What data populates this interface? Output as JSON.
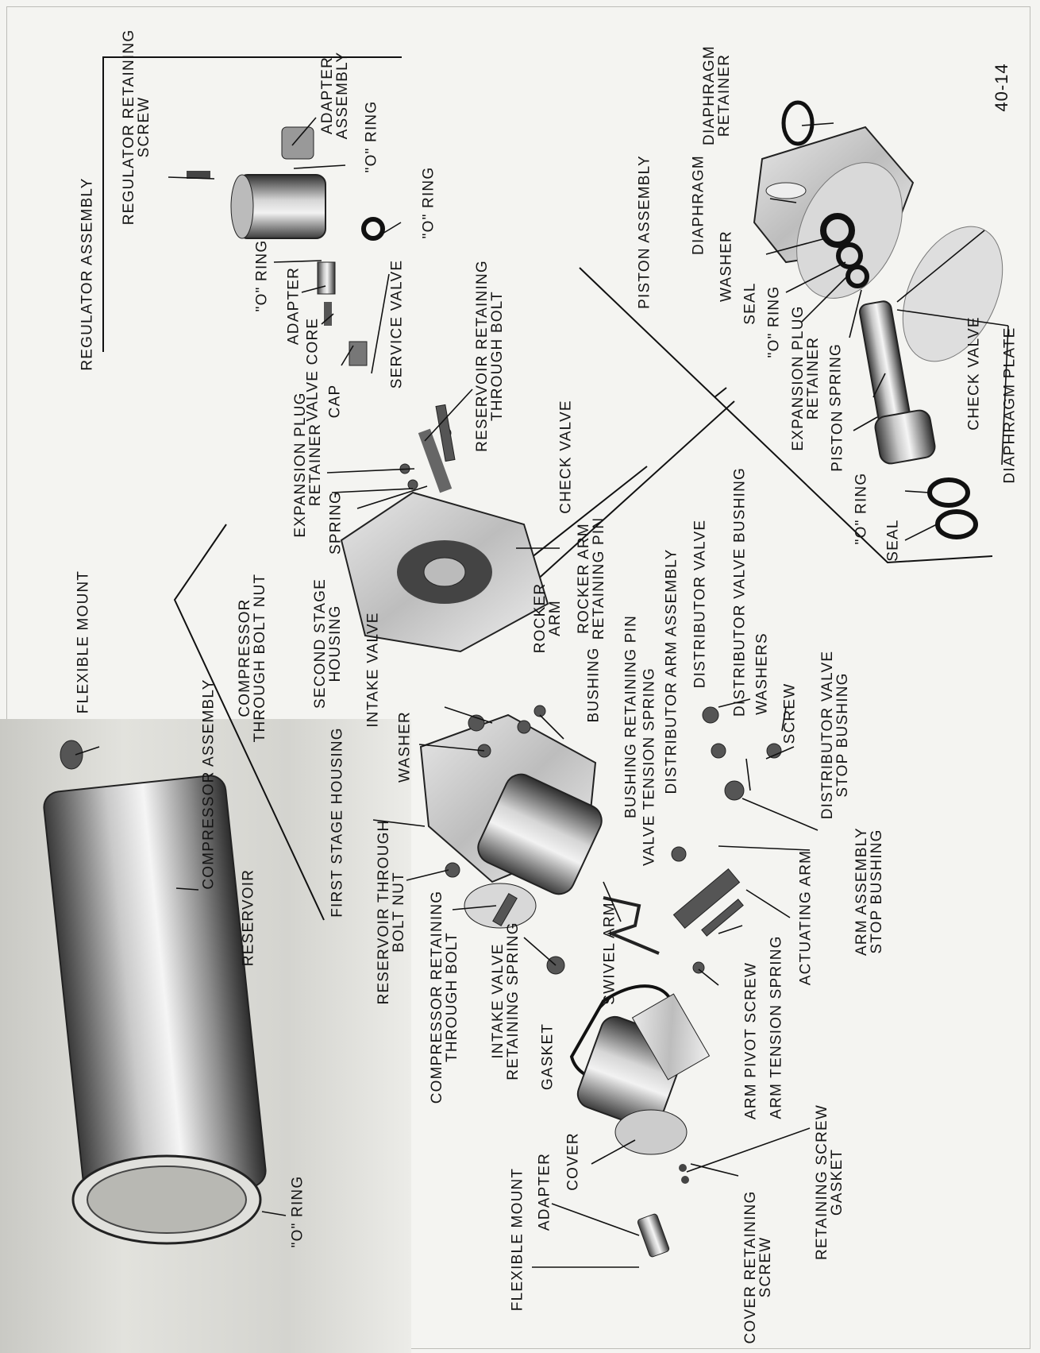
{
  "page_number": "40-14",
  "labels": {
    "regulator_assembly": "REGULATOR ASSEMBLY",
    "regulator_retaining_screw": "REGULATOR RETAINING\nSCREW",
    "adapter_assembly": "ADAPTER\nASSEMBLY",
    "o_ring_reg_1": "\"O\" RING",
    "o_ring_reg_2": "\"O\" RING",
    "o_ring_reg_3": "\"O\" RING",
    "adapter_reg": "ADAPTER",
    "valve_core": "VALVE CORE",
    "cap": "CAP",
    "service_valve": "SERVICE VALVE",
    "reservoir_retaining_through_bolt": "RESERVOIR RETAINING\nTHROUGH BOLT",
    "expansion_plug_retainer_mid": "EXPANSION PLUG\nRETAINER",
    "spring_mid": "SPRING",
    "check_valve_mid": "CHECK VALVE",
    "compressor_through_bolt_nut": "COMPRESSOR\nTHROUGH BOLT NUT",
    "second_stage_housing": "SECOND STAGE\nHOUSING",
    "rocker_arm": "ROCKER\nARM",
    "rocker_arm_retaining_pin": "ROCKER ARM\nRETAINING PIN",
    "intake_valve": "INTAKE VALVE",
    "washer_mid": "WASHER",
    "bushing": "BUSHING",
    "bushing_retaining_pin": "BUSHING RETAINING PIN",
    "valve_tension_spring": "VALVE TENSION SPRING",
    "distributor_arm_assembly": "DISTRIBUTOR ARM ASSEMBLY",
    "distributor_valve": "DISTRIBUTOR VALVE",
    "distributor_valve_bushing": "DISTRIBUTOR VALVE BUSHING",
    "washers": "WASHERS",
    "screw": "SCREW",
    "distributor_valve_stop_bushing": "DISTRIBUTOR VALVE\nSTOP BUSHING",
    "arm_assembly_stop_bushing": "ARM ASSEMBLY\nSTOP BUSHING",
    "actuating_arm": "ACTUATING ARM",
    "arm_tension_spring": "ARM TENSION SPRING",
    "arm_pivot_screw": "ARM PIVOT SCREW",
    "swivel_arm": "SWIVEL ARM",
    "first_stage_housing": "FIRST STAGE HOUSING",
    "reservoir_through_bolt_nut": "RESERVOIR THROUGH\nBOLT NUT",
    "compressor_retaining_through_bolt": "COMPRESSOR RETAINING\nTHROUGH BOLT",
    "intake_valve_retaining_spring": "INTAKE VALVE\nRETAINING SPRING",
    "gasket": "GASKET",
    "cover": "COVER",
    "adapter_lower": "ADAPTER",
    "flexible_mount_lower": "FLEXIBLE MOUNT",
    "cover_retaining_screw": "COVER RETAINING\nSCREW",
    "retaining_screw_gasket": "RETAINING SCREW\nGASKET",
    "flexible_mount_upper": "FLEXIBLE MOUNT",
    "compressor_assembly": "COMPRESSOR ASSEMBLY",
    "reservoir": "RESERVOIR",
    "o_ring_reservoir": "\"O\" RING",
    "piston_assembly": "PISTON ASSEMBLY",
    "diaphragm_retainer": "DIAPHRAGM\nRETAINER",
    "diaphragm": "DIAPHRAGM",
    "washer_piston": "WASHER",
    "seal_piston_1": "SEAL",
    "o_ring_piston_1": "\"O\" RING",
    "expansion_plug_retainer_piston": "EXPANSION PLUG\nRETAINER",
    "spring_piston": "SPRING",
    "piston": "PISTON",
    "o_ring_piston_2": "\"O\" RING",
    "seal_piston_2": "SEAL",
    "check_valve_piston": "CHECK VALVE",
    "diaphragm_plate": "DIAPHRAGM PLATE"
  }
}
